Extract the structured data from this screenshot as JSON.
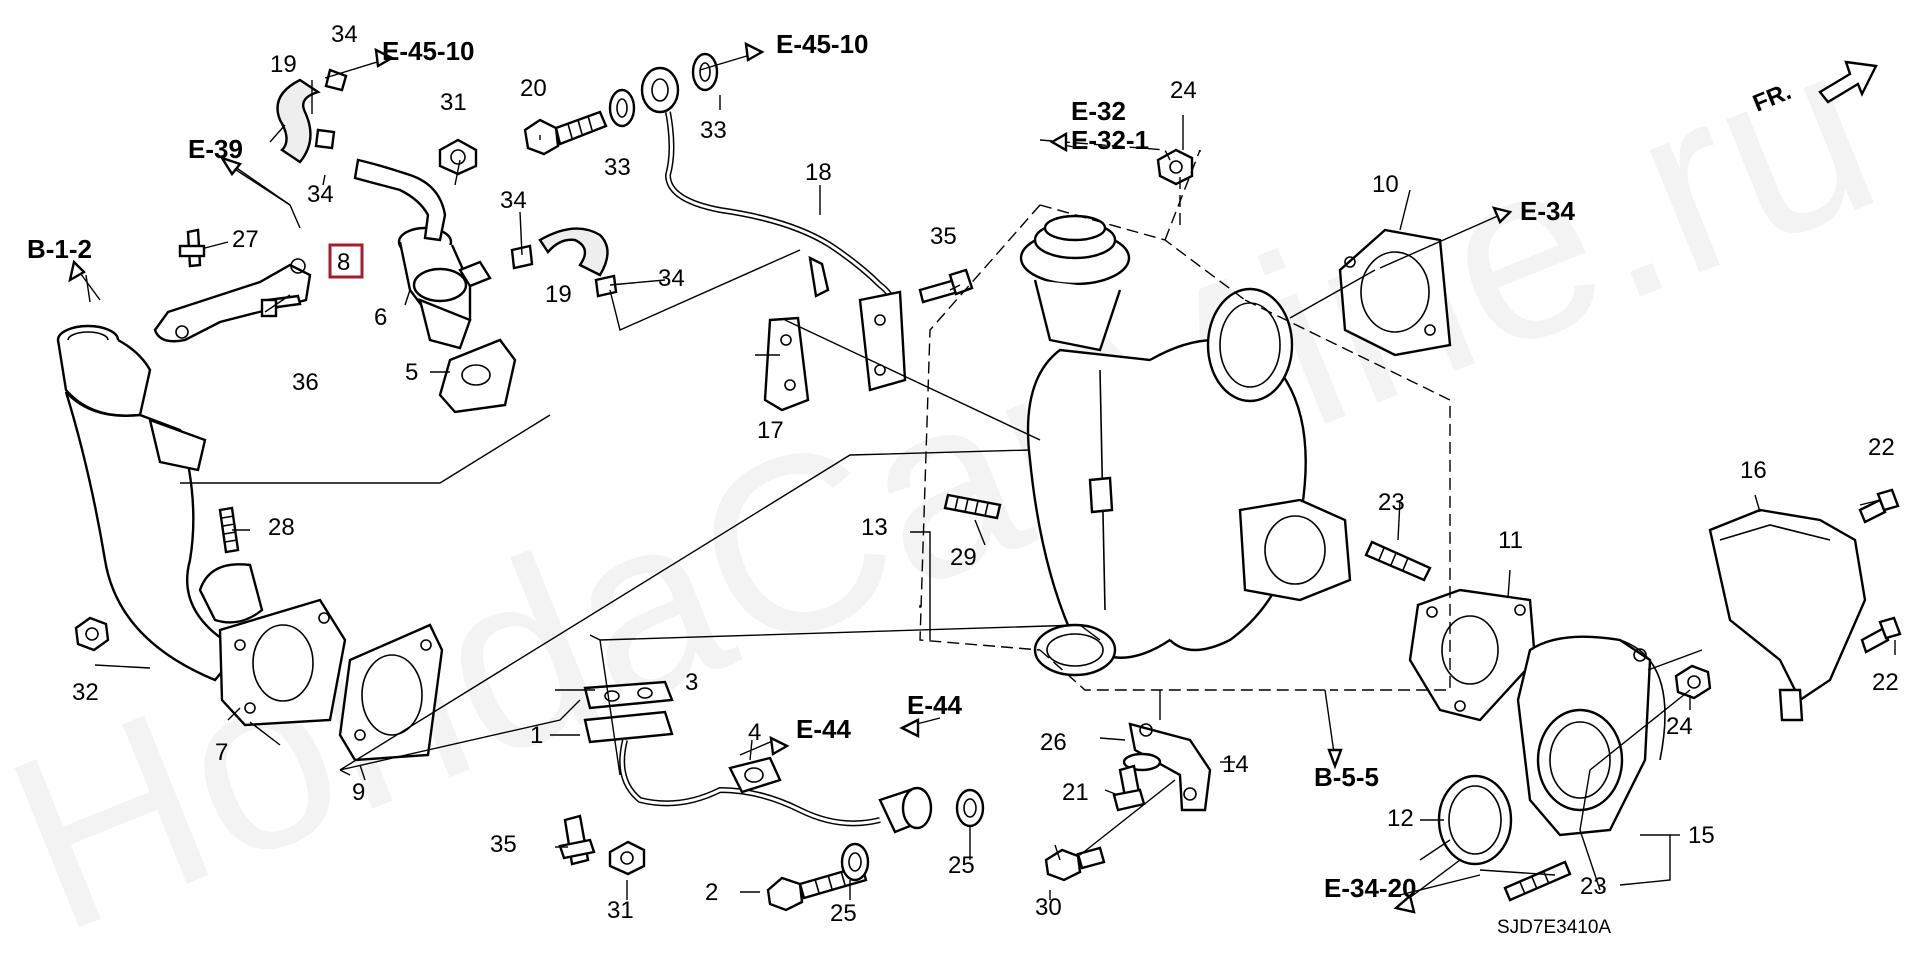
{
  "watermark": "HondaCarMine.ru",
  "direction_label": "FR.",
  "diagram_code": "SJD7E3410A",
  "highlighted_part": "8",
  "reference_labels": {
    "b_1_2": "B-1-2",
    "e_39": "E-39",
    "e_45_10_left": "E-45-10",
    "e_45_10_right": "E-45-10",
    "e_32": "E-32",
    "e_32_1": "E-32-1",
    "e_34": "E-34",
    "e_44_a": "E-44",
    "e_44_b": "E-44",
    "b_5_5": "B-5-5",
    "e_34_20": "E-34-20"
  },
  "part_labels": {
    "p34_top": "34",
    "p19_top": "19",
    "p20": "20",
    "p31_top": "31",
    "p33_mid": "33",
    "p33_right": "33",
    "p34_mid": "34",
    "p27": "27",
    "p8": "8",
    "p6": "6",
    "p36": "36",
    "p5": "5",
    "p18": "18",
    "p34_right": "34",
    "p19_right": "19",
    "p35_top": "35",
    "p24_top": "24",
    "p10": "10",
    "p17": "17",
    "p28": "28",
    "p13": "13",
    "p29": "29",
    "p23_mid": "23",
    "p11": "11",
    "p16": "16",
    "p22_top": "22",
    "p32": "32",
    "p7": "7",
    "p9": "9",
    "p3": "3",
    "p1": "1",
    "p4": "4",
    "p26": "26",
    "p14": "14",
    "p21": "21",
    "p35_bot": "35",
    "p31_bot": "31",
    "p2": "2",
    "p25_a": "25",
    "p25_b": "25",
    "p30": "30",
    "p12": "12",
    "p23_bot": "23",
    "p15": "15",
    "p24_bot": "24",
    "p22_bot": "22"
  }
}
